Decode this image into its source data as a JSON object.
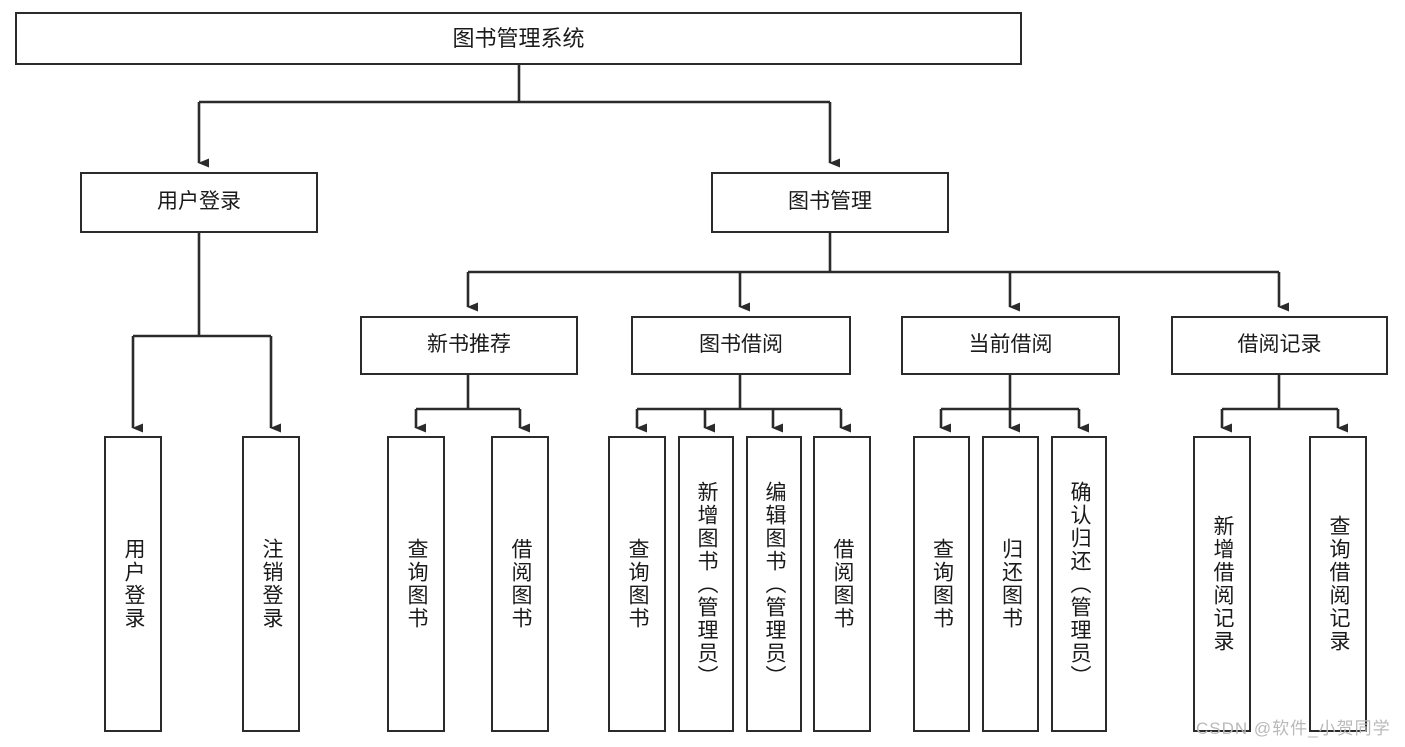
{
  "diagram": {
    "title": "图书管理系统",
    "type": "功能结构图",
    "style": {
      "box_fill": "#ffffff",
      "box_stroke": "#2b2b2b",
      "connector": "#2b2b2b",
      "text": "#1a1a1a",
      "background": "#ffffff",
      "watermark_color": "#b9b9b9"
    },
    "root": {
      "label": "图书管理系统"
    },
    "level2": [
      {
        "label": "用户登录"
      },
      {
        "label": "图书管理"
      }
    ],
    "level3": [
      {
        "label": "新书推荐"
      },
      {
        "label": "图书借阅"
      },
      {
        "label": "当前借阅"
      },
      {
        "label": "借阅记录"
      }
    ],
    "leaves": {
      "user_login": [
        {
          "label": "用户登录"
        },
        {
          "label": "注销登录"
        }
      ],
      "new_book_recommend": [
        {
          "label": "查询图书"
        },
        {
          "label": "借阅图书"
        }
      ],
      "book_borrow": [
        {
          "label": "查询图书"
        },
        {
          "label": "新增图书（管理员）"
        },
        {
          "label": "编辑图书（管理员）"
        },
        {
          "label": "借阅图书"
        }
      ],
      "current_borrow": [
        {
          "label": "查询图书"
        },
        {
          "label": "归还图书"
        },
        {
          "label": "确认归还（管理员）"
        }
      ],
      "borrow_record": [
        {
          "label": "新增借阅记录"
        },
        {
          "label": "查询借阅记录"
        }
      ]
    }
  },
  "watermark": {
    "text": "CSDN @软件_小贺同学"
  }
}
